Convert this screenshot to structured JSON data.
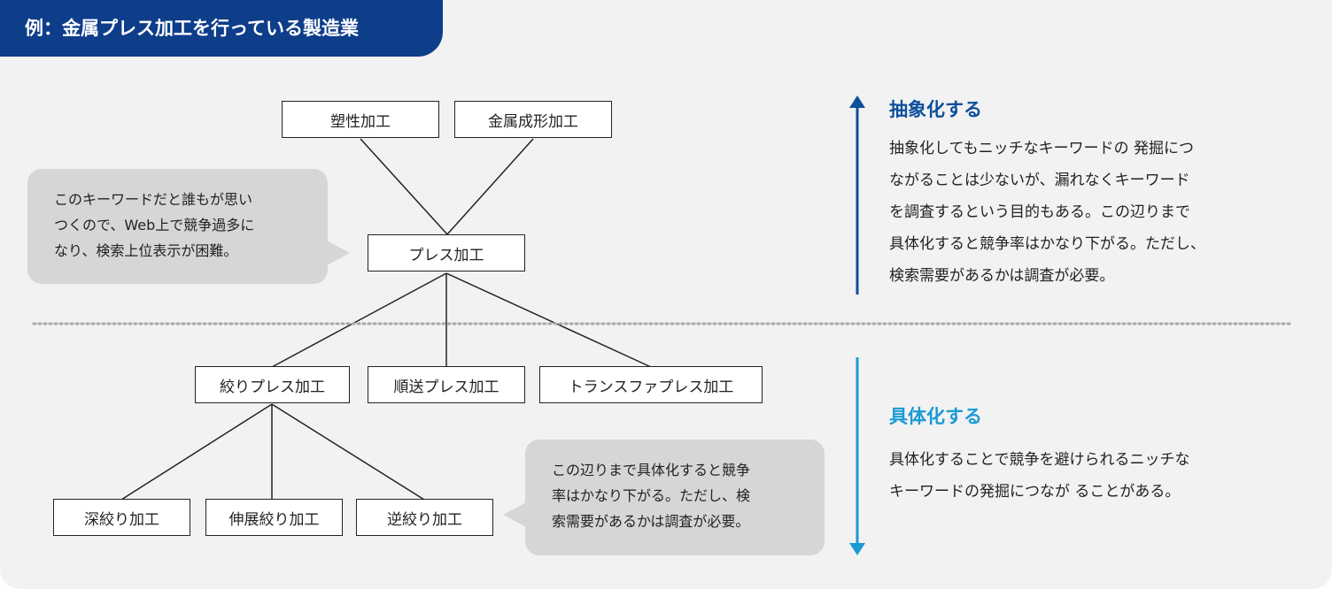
{
  "tab_title": "例：金属プレス加工を行っている製造業",
  "nodes": {
    "plastic": "塑性加工",
    "metal_forming": "金属成形加工",
    "press": "プレス加工",
    "drawing_press": "絞りプレス加工",
    "progressive_press": "順送プレス加工",
    "transfer_press": "トランスファプレス加工",
    "deep_drawing": "深絞り加工",
    "stretch_drawing": "伸展絞り加工",
    "reverse_drawing": "逆絞り加工"
  },
  "bubble_left": {
    "lines": [
      "このキーワードだと誰もが思い",
      "つくので、Web上で競争過多に",
      "なり、検索上位表示が困難。"
    ]
  },
  "bubble_right": {
    "lines": [
      "この辺りまで具体化すると競争",
      "率はかなり下がる。ただし、検",
      "索需要があるかは調査が必要。"
    ]
  },
  "abstract": {
    "heading": "抽象化する",
    "lines": [
      "抽象化してもニッチなキーワードの 発掘につ",
      "ながることは少ないが、漏れなくキーワード",
      "を調査するという目的もある。この辺りまで",
      "具体化すると競争率はかなり下がる。ただし、",
      "検索需要があるかは調査が必要。"
    ]
  },
  "concrete": {
    "heading": "具体化する",
    "lines": [
      "具体化することで競争を避けられるニッチな",
      "キーワードの発掘につなが ることがある。"
    ]
  },
  "colors": {
    "tab_bg": "#0e3d8a",
    "abstract_accent": "#0e4f9c",
    "concrete_accent": "#1a9ad6",
    "bubble_bg": "#d6d6d6",
    "panel_bg": "#f2f2f2"
  }
}
